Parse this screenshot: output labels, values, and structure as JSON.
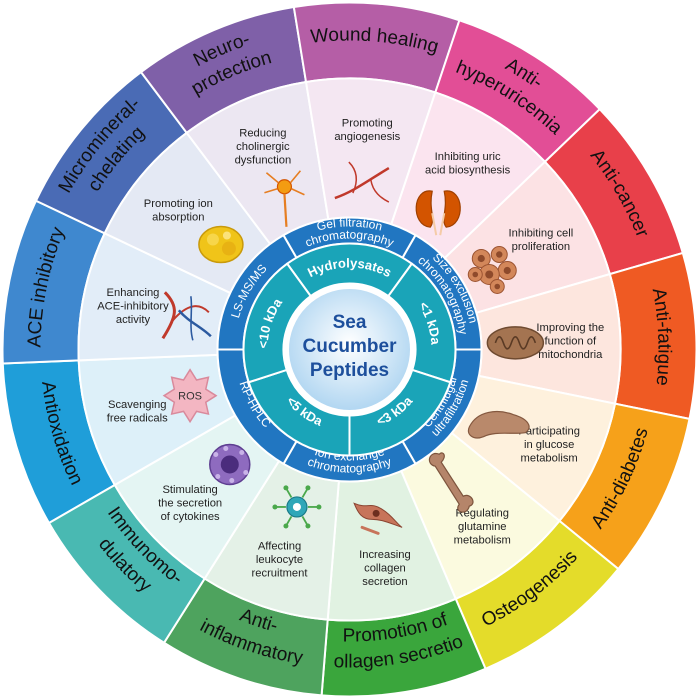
{
  "center": {
    "lines": [
      "Sea",
      "Cucumber",
      "Peptides"
    ]
  },
  "fractions": [
    "Hydrolysates",
    "<1 kDa",
    "<3 kDa",
    "<5 kDa",
    "<10 kDa"
  ],
  "methods": [
    "Size exclusion chromatography",
    "Centrifugal ultrafiltration",
    "Ion exchange chromatography",
    "RP-HPLC",
    "LS-MS/MS",
    "Gel filtration chromatography"
  ],
  "activities": [
    {
      "lines": [
        "Antioxidation"
      ],
      "color": "#1f9ed9",
      "effect": [
        "Scavenging",
        "free radicals"
      ],
      "icon": "ros-icon",
      "icon_text": "ROS"
    },
    {
      "lines": [
        "ACE inhibitory"
      ],
      "color": "#3f88cf",
      "effect": [
        "Enhancing",
        "ACE-inhibitory",
        "activity"
      ],
      "icon": "blood-vessel-icon"
    },
    {
      "lines": [
        "Micromineral-",
        "chelating"
      ],
      "color": "#4a6bb5",
      "effect": [
        "Promoting ion",
        "absorption"
      ],
      "icon": "mineral-icon"
    },
    {
      "lines": [
        "Neuro-",
        "protection"
      ],
      "color": "#7f60a8",
      "effect": [
        "Reducing",
        "cholinergic",
        "dysfunction"
      ],
      "icon": "neuron-icon"
    },
    {
      "lines": [
        "Wound healing"
      ],
      "color": "#b55ea6",
      "effect": [
        "Promoting",
        "angiogenesis"
      ],
      "icon": "capillary-icon"
    },
    {
      "lines": [
        "Anti-",
        "hyperuricemia"
      ],
      "color": "#e24e96",
      "effect": [
        "Inhibiting uric",
        "acid biosynthesis"
      ],
      "icon": "kidney-icon"
    },
    {
      "lines": [
        "Anti-cancer"
      ],
      "color": "#e8404a",
      "effect": [
        "Inhibiting cell",
        "proliferation"
      ],
      "icon": "tumor-cells-icon"
    },
    {
      "lines": [
        "Anti-fatigue"
      ],
      "color": "#ef5a23",
      "effect": [
        "Improving the",
        "function of",
        "mitochondria"
      ],
      "icon": "mitochondria-icon"
    },
    {
      "lines": [
        "Anti-diabetes"
      ],
      "color": "#f6a11a",
      "effect": [
        "Participating",
        "in glucose",
        "metabolism"
      ],
      "icon": "pancreas-icon"
    },
    {
      "lines": [
        "Osteogenesis"
      ],
      "color": "#e4dc2a",
      "effect": [
        "Regulating",
        "glutamine",
        "metabolism"
      ],
      "icon": "bone-icon"
    },
    {
      "lines": [
        "Promotion of",
        "collagen secretion"
      ],
      "color": "#3aa63c",
      "effect": [
        "Increasing",
        "collagen",
        "secretion"
      ],
      "icon": "fibroblast-icon"
    },
    {
      "lines": [
        "Anti-",
        "inflammatory"
      ],
      "color": "#4ea35e",
      "effect": [
        "Affecting",
        "leukocyte",
        "recruitment"
      ],
      "icon": "leukocyte-icon"
    },
    {
      "lines": [
        "Immunomo-",
        "dulatory"
      ],
      "color": "#49b9b2",
      "effect": [
        "Stimulating",
        "the secretion",
        "of cytokines"
      ],
      "icon": "immune-cell-icon"
    }
  ],
  "colors": {
    "method_ring": "#2176c1",
    "fraction_ring": "#1aa4b8",
    "center_fill": "#c9e3f6",
    "center_text": "#1d4f9c"
  }
}
